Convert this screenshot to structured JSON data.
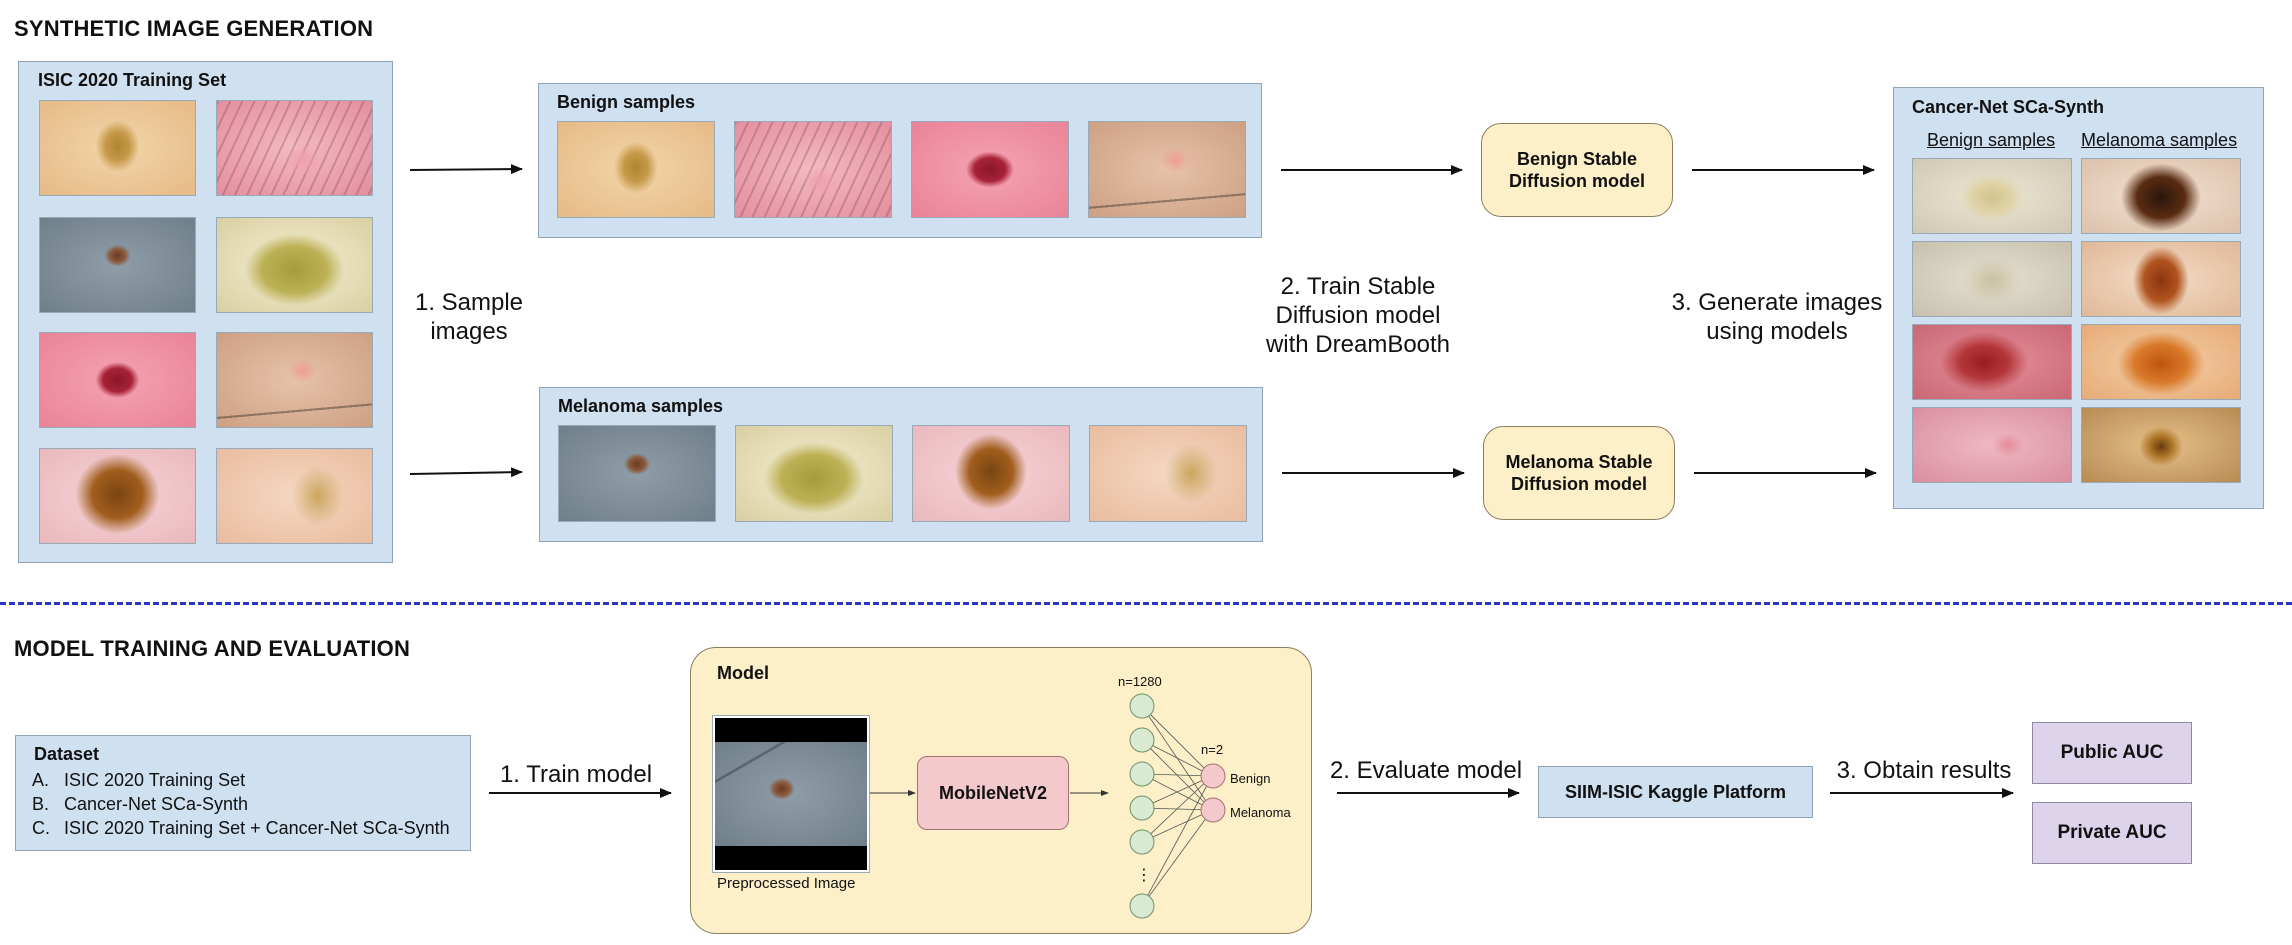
{
  "synthesis": {
    "section_title": "SYNTHETIC IMAGE GENERATION",
    "training_set_title": "ISIC 2020 Training Set",
    "benign_panel_title": "Benign samples",
    "melanoma_panel_title": "Melanoma samples",
    "step1": "1. Sample\nimages",
    "step2": "2. Train Stable\nDiffusion model\nwith DreamBooth",
    "step3": "3. Generate images\nusing models",
    "benign_model": "Benign Stable\nDiffusion model",
    "melanoma_model": "Melanoma Stable\nDiffusion model",
    "synth_title": "Cancer-Net SCa-Synth",
    "synth_benign_label": "Benign samples",
    "synth_melanoma_label": "Melanoma samples"
  },
  "training": {
    "section_title": "MODEL TRAINING AND EVALUATION",
    "dataset_title": "Dataset",
    "dataset_items": [
      {
        "letter": "A.",
        "text": "ISIC 2020 Training Set"
      },
      {
        "letter": "B.",
        "text": "Cancer-Net SCa-Synth"
      },
      {
        "letter": "C.",
        "text": "ISIC 2020 Training Set + Cancer-Net SCa-Synth"
      }
    ],
    "step1": "1. Train model",
    "model_title": "Model",
    "preprocessed_label": "Preprocessed Image",
    "backbone": "MobileNetV2",
    "n_hidden": "n=1280",
    "n_out": "n=2",
    "out_benign": "Benign",
    "out_melanoma": "Melanoma",
    "ellipsis": "⋮",
    "step2": "2. Evaluate model",
    "platform": "SIIM-ISIC Kaggle Platform",
    "step3": "3. Obtain results",
    "public_auc": "Public AUC",
    "private_auc": "Private AUC"
  },
  "colors": {
    "panel_blue": "#cfe0f1",
    "model_yellow": "#fdf0c8",
    "result_purple": "#ddd4ec",
    "backbone_pink": "#f4c9cc",
    "node_green": "#d9ead3",
    "node_pink": "#f4c9cc",
    "divider_blue": "#2a35c8"
  }
}
